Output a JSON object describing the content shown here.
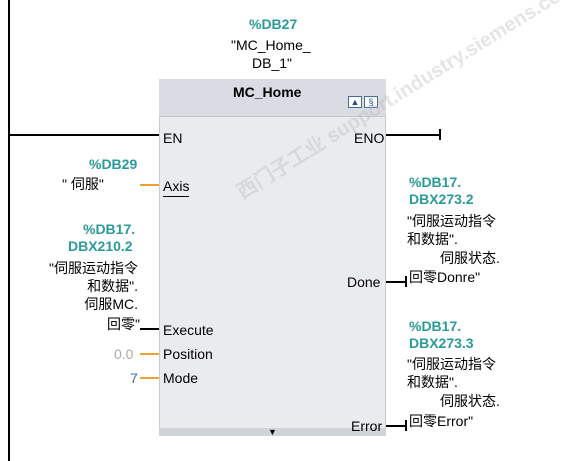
{
  "instance": {
    "db": "%DB27",
    "name_line1": "\"MC_Home_",
    "name_line2": "DB_1\""
  },
  "block": {
    "title": "MC_Home"
  },
  "pins": {
    "en": "EN",
    "eno": "ENO",
    "axis": "Axis",
    "execute": "Execute",
    "position": "Position",
    "mode": "Mode",
    "done": "Done",
    "error": "Error"
  },
  "axis_param": {
    "db": "%DB29",
    "line": "\"       伺服\""
  },
  "execute_param": {
    "addr1": "%DB17.",
    "addr2": "DBX210.2",
    "l1": "\"伺服运动指令",
    "l2": "和数据\".",
    "l3": "伺服MC.",
    "l4": "回零\""
  },
  "position_value": "0.0",
  "mode_value": "7",
  "done_param": {
    "addr1": "%DB17.",
    "addr2": "DBX273.2",
    "l1": "\"伺服运动指令",
    "l2": "和数据\".",
    "l3": "伺服状态.",
    "l4": "回零Donre\""
  },
  "error_param": {
    "addr1": "%DB17.",
    "addr2": "DBX273.3",
    "l1": "\"伺服运动指令",
    "l2": "和数据\".",
    "l3": "伺服状态.",
    "l4": "回零Error\""
  },
  "watermark": "西门子工业 support.industry.siemens.com/cs",
  "colors": {
    "address": "#2b9a9a",
    "orange_wire": "#f0a030",
    "block_bg": "#e9ebee",
    "header_bg": "#d9dce3"
  }
}
